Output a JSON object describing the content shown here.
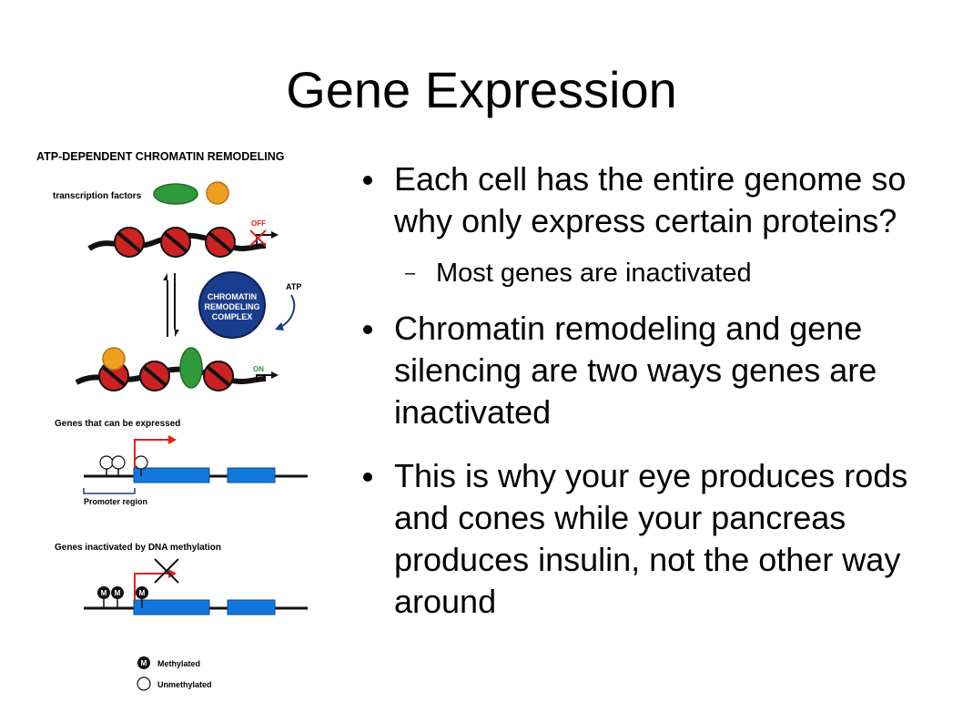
{
  "slide": {
    "title": "Gene Expression",
    "bullets": [
      {
        "text": "Each cell has the entire genome so why only express certain proteins?",
        "sub": "Most genes are inactivated"
      },
      {
        "text": "Chromatin remodeling and gene silencing are two ways genes are inactivated"
      },
      {
        "text": "This is why your eye produces rods and cones while your pancreas produces insulin, not the other way around"
      }
    ]
  },
  "figure": {
    "header": "ATP-DEPENDENT CHROMATIN REMODELING",
    "tf_label": "transcription factors",
    "off_label": "OFF",
    "on_label": "ON",
    "atp_label": "ATP",
    "complex_line1": "CHROMATIN",
    "complex_line2": "REMODELING",
    "complex_line3": "COMPLEX",
    "expressed_label": "Genes that can be expressed",
    "promoter_label": "Promoter region",
    "methyl_label": "Genes inactivated by DNA methylation",
    "m_mark": "M",
    "legend_methylated": "Methylated",
    "legend_unmethylated": "Unmethylated"
  },
  "colors": {
    "nucleosome": "#cc2222",
    "tf_green": "#2e9a3a",
    "tf_orange": "#f0a020",
    "complex_blue": "#1a3c8c",
    "exon_blue": "#1177dd",
    "arrow_red": "#e02020"
  }
}
